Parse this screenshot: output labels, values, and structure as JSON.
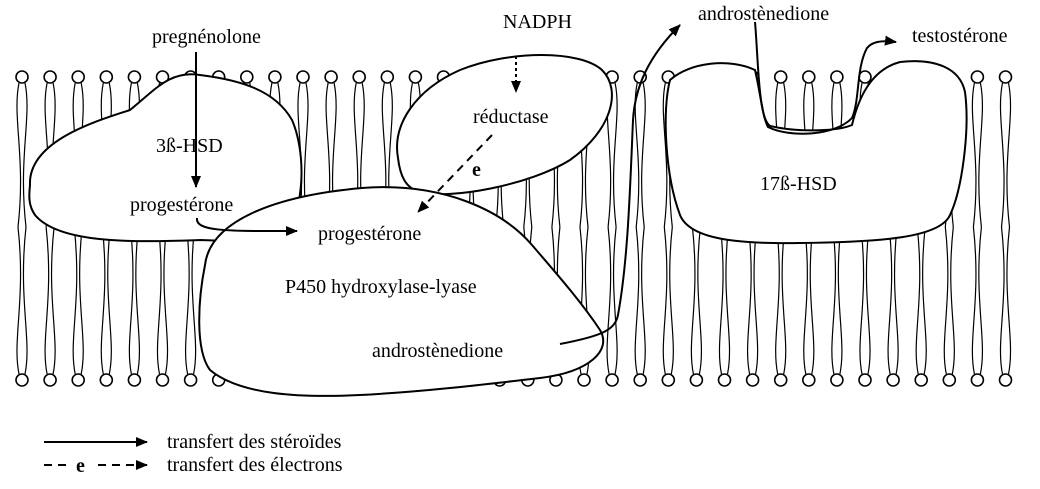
{
  "molecules": {
    "pregnenolone": "pregnénolone",
    "nadph": "NADPH",
    "androstenedione_top": "androstènedione",
    "testosterone": "testostérone",
    "progesterone_1": "progestérone",
    "progesterone_2": "progestérone",
    "androstenedione_bottom": "androstènedione"
  },
  "enzymes": {
    "hsd3b": "3ß-HSD",
    "reductase": "réductase",
    "p450": "P450 hydroxylase-lyase",
    "hsd17b": "17ß-HSD"
  },
  "electron_symbol": "e",
  "legend": {
    "steroid_transfer": "transfert des stéroïdes",
    "electron_transfer": "transfert des électrons",
    "electron_symbol": "e"
  }
}
